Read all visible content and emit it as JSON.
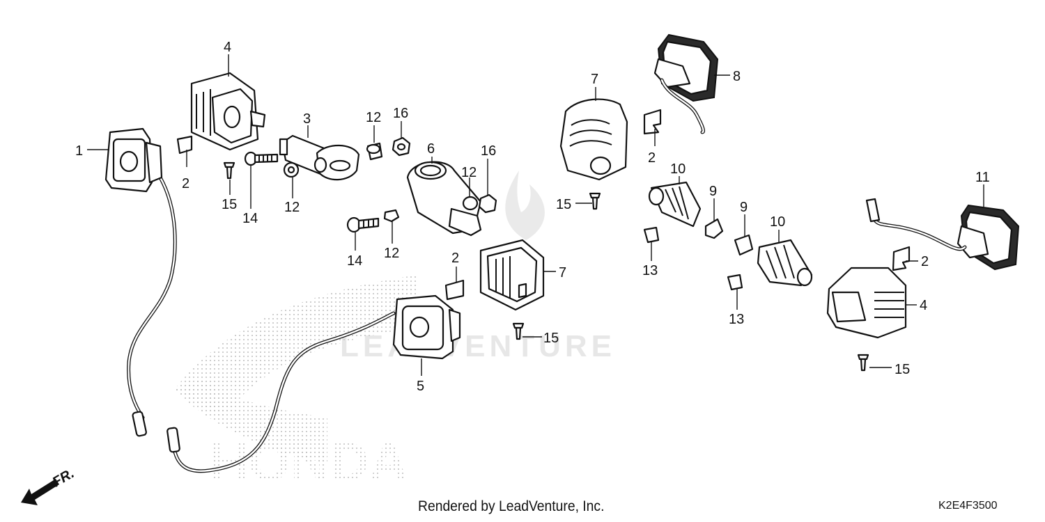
{
  "footer": {
    "credit": "Rendered by LeadVenture, Inc.",
    "diagram_code": "K2E4F3500"
  },
  "watermark": {
    "brand": "LEADVENTURE",
    "maker": "HONDA"
  },
  "direction_indicator": {
    "label": "FR."
  },
  "callouts": [
    {
      "id": "c1",
      "label": "1"
    },
    {
      "id": "c2a",
      "label": "2"
    },
    {
      "id": "c2b",
      "label": "2"
    },
    {
      "id": "c2c",
      "label": "2"
    },
    {
      "id": "c2d",
      "label": "2"
    },
    {
      "id": "c3",
      "label": "3"
    },
    {
      "id": "c4a",
      "label": "4"
    },
    {
      "id": "c4b",
      "label": "4"
    },
    {
      "id": "c5",
      "label": "5"
    },
    {
      "id": "c6",
      "label": "6"
    },
    {
      "id": "c7a",
      "label": "7"
    },
    {
      "id": "c7b",
      "label": "7"
    },
    {
      "id": "c8",
      "label": "8"
    },
    {
      "id": "c9a",
      "label": "9"
    },
    {
      "id": "c9b",
      "label": "9"
    },
    {
      "id": "c10a",
      "label": "10"
    },
    {
      "id": "c10b",
      "label": "10"
    },
    {
      "id": "c11",
      "label": "11"
    },
    {
      "id": "c12a",
      "label": "12"
    },
    {
      "id": "c12b",
      "label": "12"
    },
    {
      "id": "c12c",
      "label": "12"
    },
    {
      "id": "c12d",
      "label": "12"
    },
    {
      "id": "c13a",
      "label": "13"
    },
    {
      "id": "c13b",
      "label": "13"
    },
    {
      "id": "c14a",
      "label": "14"
    },
    {
      "id": "c14b",
      "label": "14"
    },
    {
      "id": "c15a",
      "label": "15"
    },
    {
      "id": "c15b",
      "label": "15"
    },
    {
      "id": "c15c",
      "label": "15"
    },
    {
      "id": "c15d",
      "label": "15"
    },
    {
      "id": "c16a",
      "label": "16"
    },
    {
      "id": "c16b",
      "label": "16"
    }
  ],
  "colors": {
    "ink": "#111111",
    "watermark": "#c8c8c8",
    "background": "#ffffff"
  }
}
